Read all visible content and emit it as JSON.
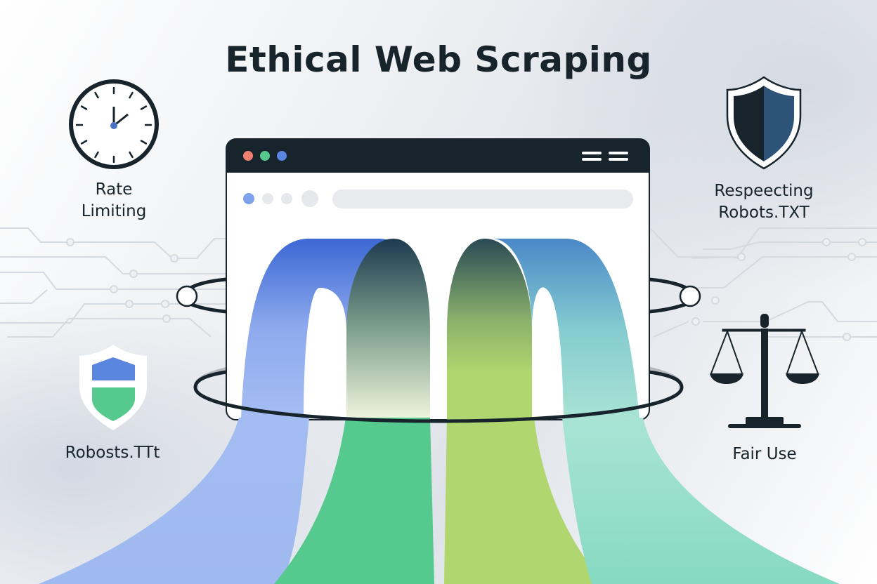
{
  "title": "Ethical Web Scraping",
  "features": [
    {
      "id": "rate-limiting",
      "icon": "clock-icon",
      "label_line1": "Rate",
      "label_line2": "Limiting"
    },
    {
      "id": "respecting-robots",
      "icon": "shield-icon",
      "label_line1": "Respeecting",
      "label_line2": "Robots.TXT"
    },
    {
      "id": "robots-txt",
      "icon": "shield-check-icon",
      "label_line1": "Robosts.TTt"
    },
    {
      "id": "fair-use",
      "icon": "scales-icon",
      "label_line1": "Fair Use"
    }
  ],
  "browser": {
    "window_buttons": [
      "close",
      "minimize",
      "maximize"
    ],
    "menu_icon": "hamburger-icon",
    "address_bar_placeholder": ""
  },
  "colors": {
    "dark": "#17242c",
    "blue": "#5b86e0",
    "green": "#55c98e",
    "lime": "#b0d66f",
    "teal": "#8fdbc8",
    "red_dot": "#f08070"
  }
}
